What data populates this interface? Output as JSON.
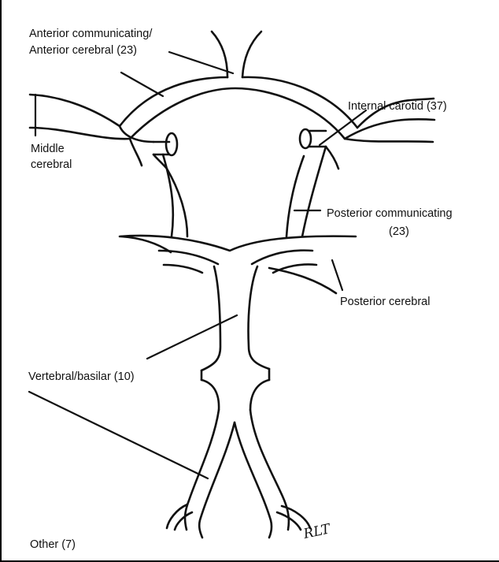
{
  "labels": {
    "anterior_line1": "Anterior communicating/",
    "anterior_line2": "Anterior cerebral (23)",
    "internal_carotid": "Internal carotid (37)",
    "middle_line1": "Middle",
    "middle_line2": "cerebral",
    "posterior_comm_line1": "Posterior communicating",
    "posterior_comm_line2": "(23)",
    "posterior_cerebral": "Posterior cerebral",
    "vertebral_basilar": "Vertebral/basilar (10)",
    "other": "Other (7)"
  },
  "signature": "RLT"
}
